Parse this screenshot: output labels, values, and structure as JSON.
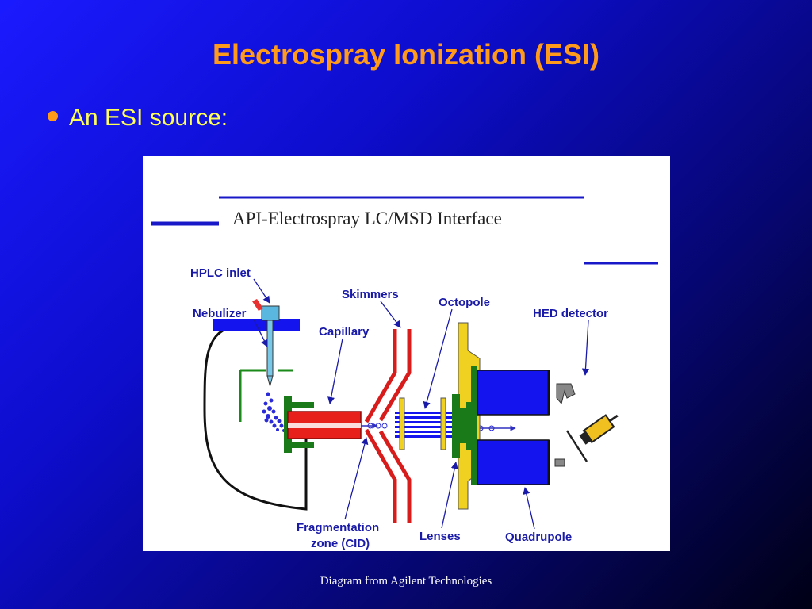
{
  "slide": {
    "title": "Electrospray Ionization (ESI)",
    "bullet": "An ESI source:",
    "footer": "Diagram from Agilent Technologies"
  },
  "diagram": {
    "title": "API-Electrospray LC/MSD Interface",
    "labels": {
      "hplc_inlet": "HPLC inlet",
      "nebulizer": "Nebulizer",
      "skimmers": "Skimmers",
      "octopole": "Octopole",
      "hed_detector": "HED detector",
      "capillary": "Capillary",
      "fragmentation_line1": "Fragmentation",
      "fragmentation_line2": "zone (CID)",
      "lenses": "Lenses",
      "quadrupole": "Quadrupole"
    },
    "colors": {
      "capillary": "#e8201c",
      "skimmers": "#d81c1c",
      "octopole_plate": "#f0d020",
      "lenses": "#1a7a1a",
      "quadrupole": "#1414ee",
      "label": "#1a1aa8",
      "rule": "#1818c8"
    }
  }
}
